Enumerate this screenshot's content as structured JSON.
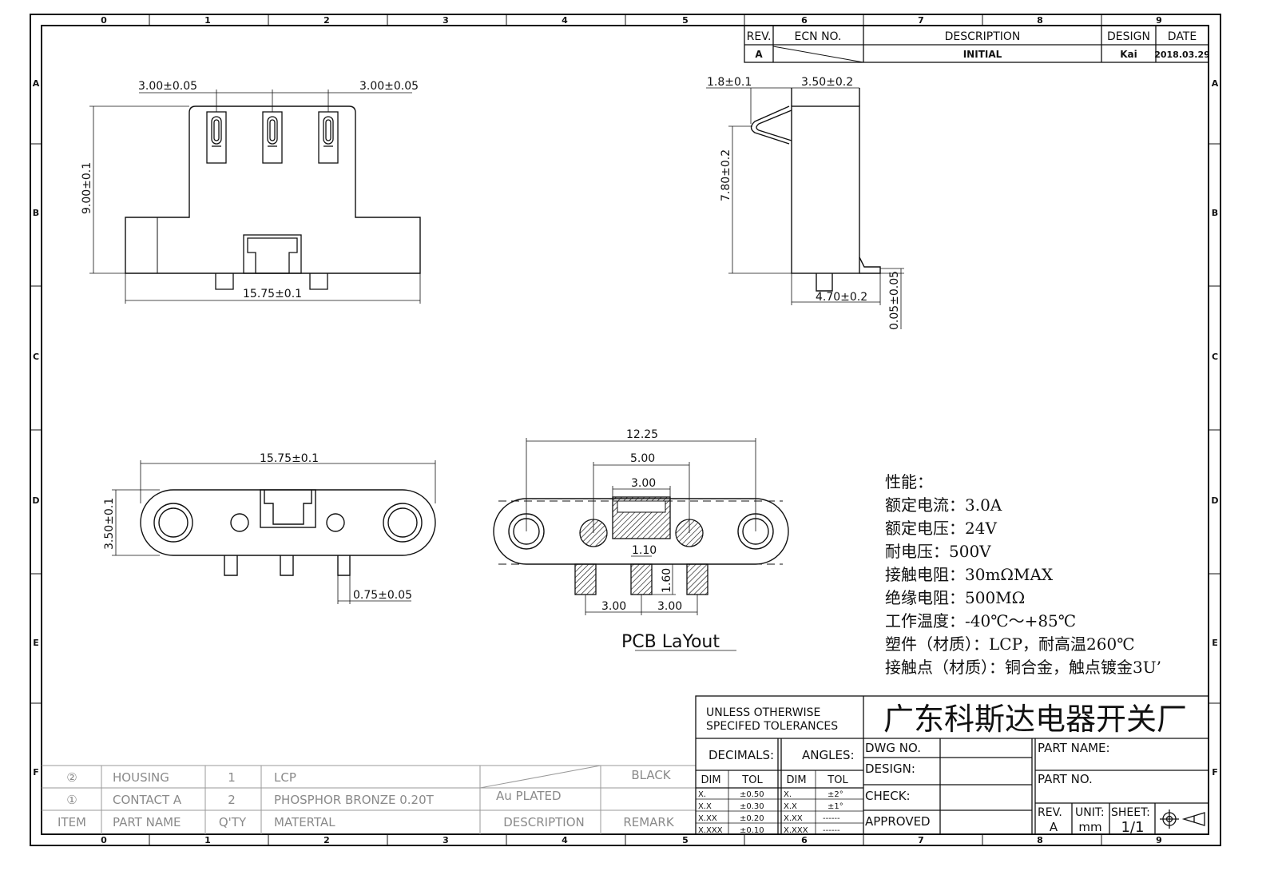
{
  "grid": {
    "cols": [
      "0",
      "1",
      "2",
      "3",
      "4",
      "5",
      "6",
      "7",
      "8",
      "9"
    ],
    "rows": [
      "A",
      "B",
      "C",
      "D",
      "E",
      "F"
    ]
  },
  "revision": {
    "headers": {
      "rev": "REV.",
      "ecn": "ECN NO.",
      "description": "DESCRIPTION",
      "design": "DESIGN",
      "date": "DATE"
    },
    "row": {
      "rev": "A",
      "description": "INITIAL",
      "design": "Kai",
      "date": "2018.03.29"
    }
  },
  "dimensions": {
    "top_left_pitch": "3.00±0.05",
    "top_right_pitch": "3.00±0.05",
    "front_height": "9.00±0.1",
    "front_width": "15.75±0.1",
    "side_spring": "1.8±0.1",
    "side_body": "3.50±0.2",
    "side_height": "7.80±0.2",
    "side_depth": "4.70±0.2",
    "side_thickness": "0.05±0.05",
    "bottom_width": "15.75±0.1",
    "bottom_height": "3.50±0.1",
    "pin_width": "0.75±0.05",
    "pcb_overall": "12.25",
    "pcb_holes": "5.00",
    "pcb_window": "3.00",
    "pad_width": "1.10",
    "pad_height": "1.60",
    "pad_pitch_left": "3.00",
    "pad_pitch_right": "3.00"
  },
  "pcb_layout_label": "PCB LaYout",
  "specs": [
    "性能：",
    "额定电流：3.0A",
    "额定电压：24V",
    "耐电压：500V",
    "接触电阻：30mΩMAX",
    "绝缘电阻：500MΩ",
    "工作温度：-40℃～+85℃",
    "塑件（材质）：LCP，耐高温260℃",
    "接触点（材质）：铜合金，触点镀金3U’"
  ],
  "title_block": {
    "tolerance_line1": "UNLESS OTHERWISE",
    "tolerance_line2": "SPECIFED TOLERANCES",
    "company": "广东科斯达电器开关厂",
    "decimals": "DECIMALS:",
    "angles": "ANGLES:",
    "dim": "DIM",
    "tol": "TOL",
    "decimal_rows": [
      {
        "dim": "X.",
        "tol": "±0.50"
      },
      {
        "dim": "X.X",
        "tol": "±0.30"
      },
      {
        "dim": "X.XX",
        "tol": "±0.20"
      },
      {
        "dim": "X.XXX",
        "tol": "±0.10"
      }
    ],
    "angle_rows": [
      {
        "dim": "X.",
        "tol": "±2°"
      },
      {
        "dim": "X.X",
        "tol": "±1°"
      },
      {
        "dim": "X.XX",
        "tol": "------"
      },
      {
        "dim": "X.XXX",
        "tol": "------"
      }
    ],
    "dwg_no": "DWG NO.",
    "design": "DESIGN:",
    "check": "CHECK:",
    "approved": "APPROVED",
    "part_name": "PART NAME:",
    "part_no": "PART NO.",
    "rev_label": "REV.",
    "rev_value": "A",
    "unit_label": "UNIT:",
    "unit_value": "mm",
    "sheet_label": "SHEET:",
    "sheet_value": "1/1"
  },
  "bom": {
    "headers": {
      "item": "ITEM",
      "part_name": "PART NAME",
      "qty": "Q'TY",
      "material": "MATERTAL",
      "description": "DESCRIPTION",
      "remark": "REMARK"
    },
    "rows": [
      {
        "item": "②",
        "part_name": "HOUSING",
        "qty": "1",
        "material": "LCP",
        "description": "",
        "remark": "BLACK"
      },
      {
        "item": "①",
        "part_name": "CONTACT A",
        "qty": "2",
        "material": "PHOSPHOR BRONZE 0.20T",
        "description": "Au PLATED",
        "remark": ""
      }
    ]
  }
}
